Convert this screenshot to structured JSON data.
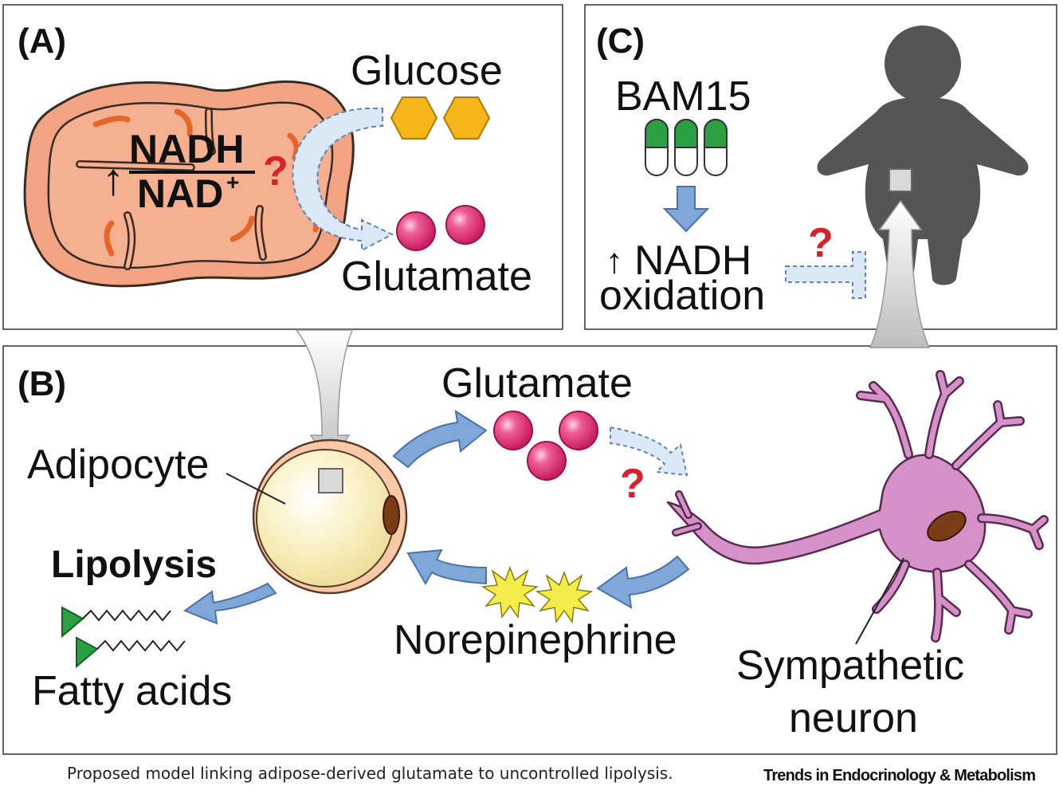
{
  "panels": {
    "a": {
      "letter": "(A)",
      "ratio_symbol": "↑",
      "numerator": "NADH",
      "denominator": "NAD",
      "denominator_sup": "+",
      "question": "?",
      "glucose": "Glucose",
      "glutamate": "Glutamate"
    },
    "b": {
      "letter": "(B)",
      "adipocyte": "Adipocyte",
      "lipolysis": "Lipolysis",
      "fatty_acids": "Fatty acids",
      "glutamate": "Glutamate",
      "question": "?",
      "norepinephrine": "Norepinephrine",
      "neuron_line1": "Sympathetic",
      "neuron_line2": "neuron"
    },
    "c": {
      "letter": "(C)",
      "drug": "BAM15",
      "arrow_symbol": "↑",
      "effect_line1": "NADH",
      "effect_line2": "oxidation",
      "question": "?"
    }
  },
  "caption": "Proposed model linking adipose-derived glutamate to uncontrolled lipolysis.",
  "journal": "Trends in Endocrinology & Metabolism",
  "colors": {
    "mito_fill": "#f2a383",
    "mito_crista": "#e8652a",
    "glucose": "#f5b61a",
    "glutamate": "#e0347a",
    "arrow_blue": "#7fa8d8",
    "arrow_pale": "#d7e8f6",
    "question": "#d6232a",
    "neuron": "#d592c8",
    "nucleus": "#7b3d17",
    "adipocyte": "#fbf2c4",
    "pill_green": "#2aa043",
    "person": "#555555",
    "fatty_head": "#2aa043",
    "norepi_star": "#f4ec4a"
  }
}
